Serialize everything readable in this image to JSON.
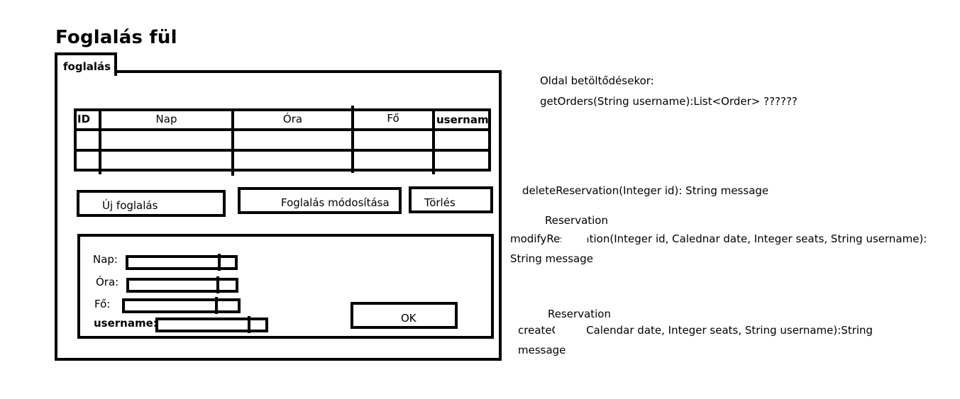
{
  "page_title": "Foglalás fül",
  "tab": {
    "label": "foglalás"
  },
  "table": {
    "headers": [
      "ID",
      "Nap",
      "Óra",
      "Fő",
      "username"
    ]
  },
  "buttons": {
    "new": "Új foglalás",
    "modify": "Foglalás módosítása",
    "delete": "Törlés",
    "ok": "OK"
  },
  "form": {
    "nap_label": "Nap:",
    "ora_label": "Óra:",
    "fo_label": "Fő:",
    "username_label": "username:"
  },
  "notes": {
    "onload_title": "Oldal betöltődésekor:",
    "onload_method": "getOrders(String username):List<Order> ??????",
    "delete_method": "deleteReservation(Integer id): String message",
    "modify_overlay": "Reservation",
    "modify_method_line1": "modifyReservation(Integer id, Calednar date, Integer seats, String username):",
    "modify_method_line2": "String message",
    "create_overlay": "Reservation",
    "create_method_line1": "createOrder(Calendar date, Integer seats, String username):String",
    "create_method_line2": "message"
  }
}
